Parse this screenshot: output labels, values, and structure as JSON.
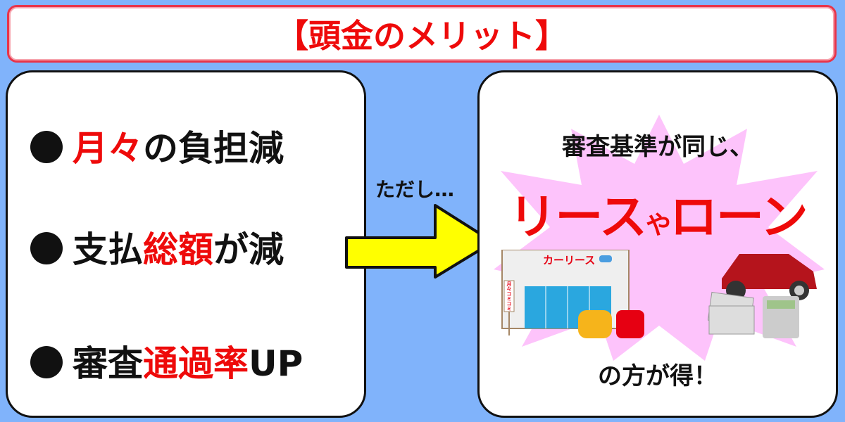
{
  "title": "【頭金のメリット】",
  "left_panel": {
    "items": [
      {
        "prefix": "",
        "highlight": "月々",
        "suffix": "の負担減"
      },
      {
        "prefix": "支払",
        "highlight": "総額",
        "suffix": "が減"
      },
      {
        "prefix": "審査",
        "highlight": "通過率",
        "suffix": "UP"
      }
    ]
  },
  "connector": "ただし…",
  "right_panel": {
    "line1": "審査基準が同じ、",
    "line2_a": "リース",
    "line2_b": "や",
    "line2_c": "ローン",
    "line3": "の方が得！",
    "shop_sign": "カーリース",
    "banner": "月々コミコミ!"
  },
  "colors": {
    "accent": "#ee0a0a",
    "background": "#80b3fb",
    "arrow": "#ffff00",
    "burst": "#fdc3fb"
  }
}
